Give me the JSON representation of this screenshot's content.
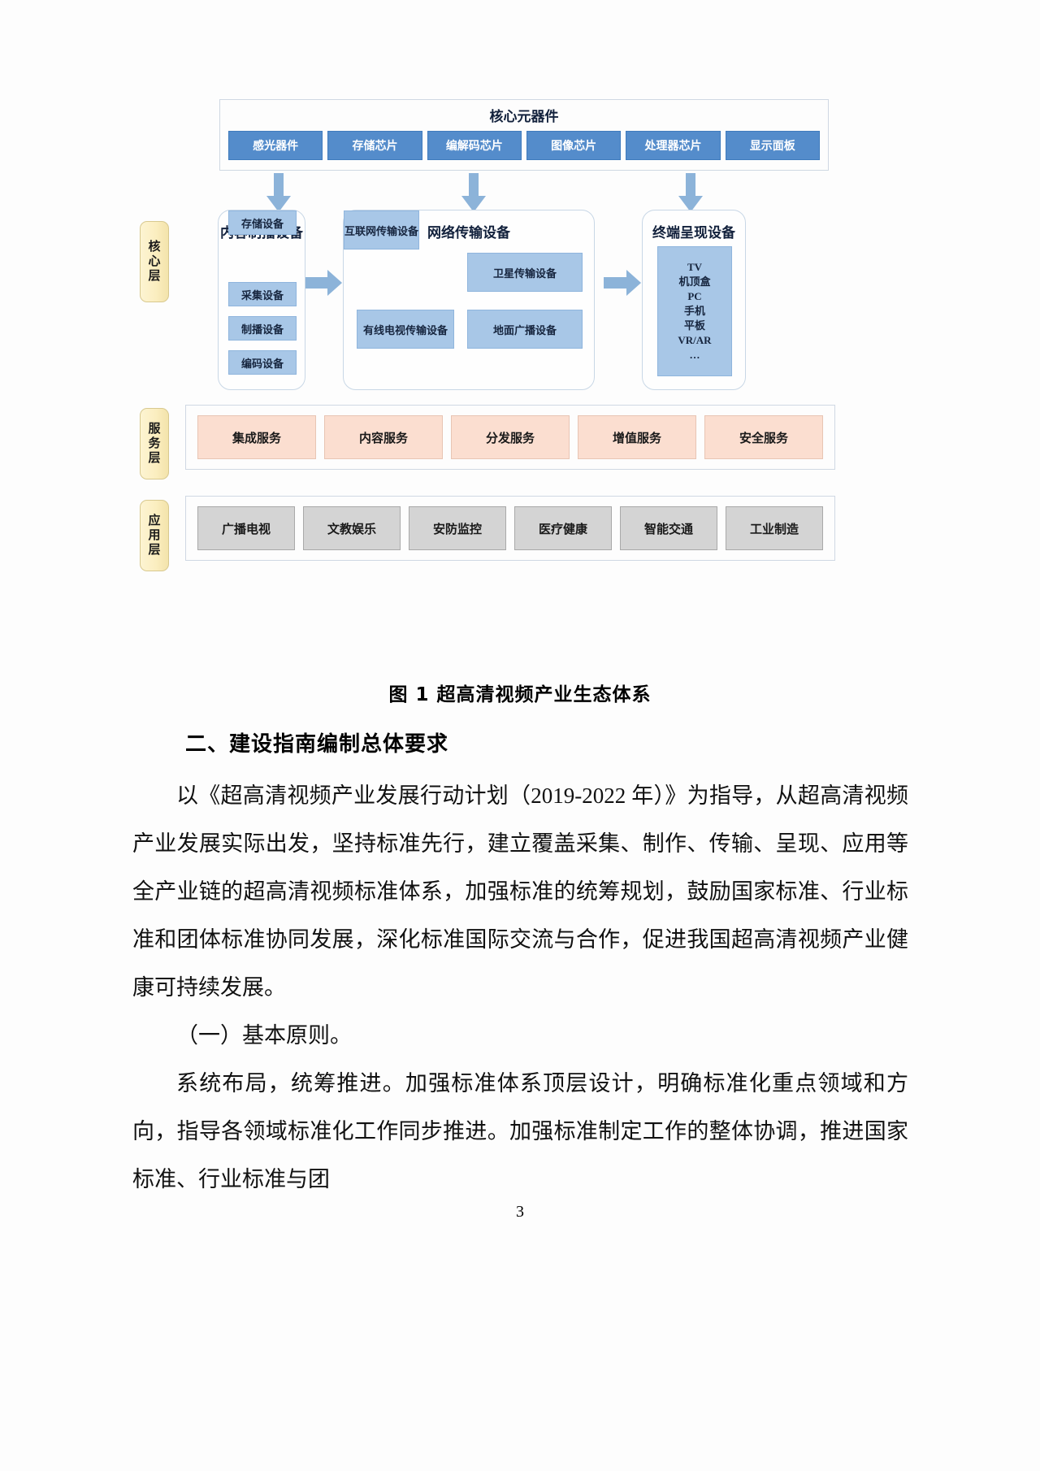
{
  "figure": {
    "core_panel": {
      "title": "核心元器件",
      "chips": [
        "感光器件",
        "存储芯片",
        "编解码芯片",
        "图像芯片",
        "处理器芯片",
        "显示面板"
      ]
    },
    "layer_tags": [
      {
        "id": "core",
        "chars": [
          "核",
          "心",
          "层"
        ]
      },
      {
        "id": "service",
        "chars": [
          "服",
          "务",
          "层"
        ]
      },
      {
        "id": "application",
        "chars": [
          "应",
          "用",
          "层"
        ]
      }
    ],
    "device_boxes": [
      {
        "id": "content",
        "title": "内容制播设备",
        "items": [
          "采集设备",
          "制播设备",
          "编码设备",
          "存储设备"
        ]
      },
      {
        "id": "network",
        "title": "网络传输设备",
        "items": [
          "卫星传输设备",
          "有线电视传输设备",
          "地面广播设备",
          "互联网传输设备"
        ]
      },
      {
        "id": "terminal",
        "title": "终端呈现设备",
        "items": [
          "TV",
          "机顶盒",
          "PC",
          "手机",
          "平板",
          "VR/AR",
          "…"
        ]
      }
    ],
    "service_layer": [
      "集成服务",
      "内容服务",
      "分发服务",
      "增值服务",
      "安全服务"
    ],
    "application_layer": [
      "广播电视",
      "文教娱乐",
      "安防监控",
      "医疗健康",
      "智能交通",
      "工业制造"
    ],
    "caption": "图 1  超高清视频产业生态体系",
    "colors": {
      "chip_blue": "#548ccb",
      "device_blue": "#a8c7e7",
      "service_peach": "#fbded0",
      "application_gray": "#d4d4d4",
      "layer_tag_cream": "#fbeec0",
      "arrow_blue": "#8cb3d9"
    }
  },
  "document": {
    "section_heading": "二、建设指南编制总体要求",
    "paragraphs": [
      "以《超高清视频产业发展行动计划（2019-2022 年）》为指导，从超高清视频产业发展实际出发，坚持标准先行，建立覆盖采集、制作、传输、呈现、应用等全产业链的超高清视频标准体系，加强标准的统筹规划，鼓励国家标准、行业标准和团体标准协同发展，深化标准国际交流与合作，促进我国超高清视频产业健康可持续发展。",
      "（一）基本原则。",
      "系统布局，统筹推进。加强标准体系顶层设计，明确标准化重点领域和方向，指导各领域标准化工作同步推进。加强标准制定工作的整体协调，推进国家标准、行业标准与团"
    ],
    "page_number": "3"
  }
}
